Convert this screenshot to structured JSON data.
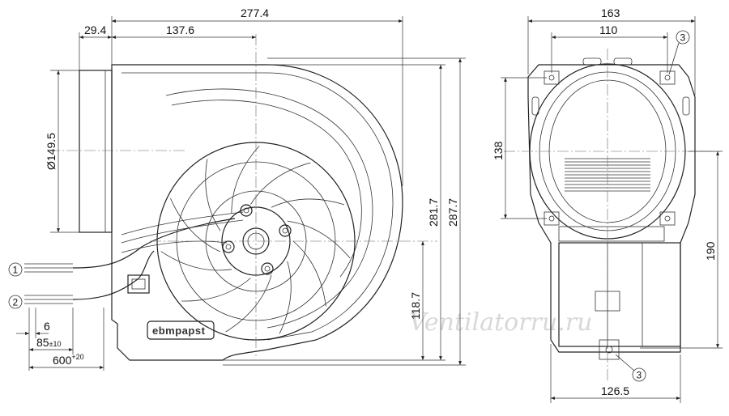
{
  "dimensions": {
    "overall_width": "277.4",
    "inlet_offset": "29.4",
    "axis_offset": "137.6",
    "inlet_diameter": "Ø149.5",
    "height_total": "287.7",
    "height_housing": "281.7",
    "axis_height": "118.7",
    "lead_stripped": "6",
    "lead_sleeve": "85",
    "lead_sleeve_tol": "±10",
    "lead_length": "600",
    "lead_length_tol": "+20",
    "side_width": "163",
    "side_hole_spacing": "110",
    "side_hole_vertical": "138",
    "side_lower_height": "190",
    "side_bottom_width": "126.5"
  },
  "callouts": {
    "lead_1": "1",
    "lead_2": "2",
    "mount_top": "3",
    "mount_bottom": "3"
  },
  "logo": "ebmpapst",
  "watermark": "Ventilatorru.ru"
}
